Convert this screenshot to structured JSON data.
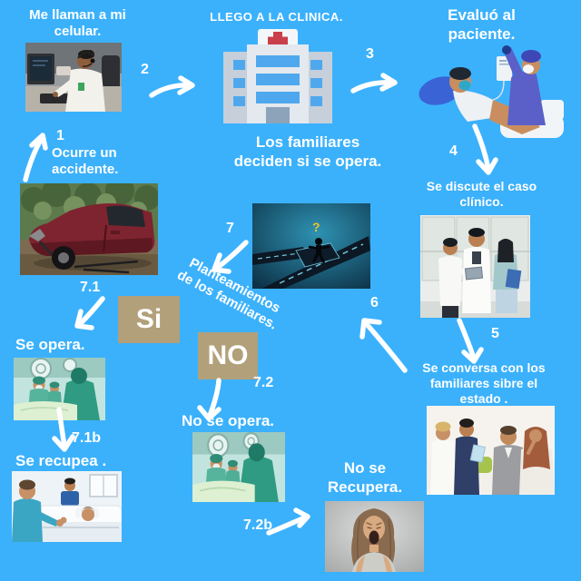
{
  "palette": {
    "background": "#3BB1FC",
    "decision_box": "#B2A07A",
    "text": "#FFFFFF",
    "question_mark_color": "#F2C12E",
    "hospital_cross_red": "#C9404A"
  },
  "titles": {
    "call": "Me llaman a mi celular.",
    "clinic": "LLEGO A LA CLINICA.",
    "evaluate": "Evaluó al paciente.",
    "accident": "Ocurre un accidente.",
    "decide": "Los familiares deciden si se opera.",
    "discuss": "Se discute el caso clínico.",
    "talk": "Se conversa con los familiares sibre el estado .",
    "operate": "Se opera.",
    "no_operate": "No se opera.",
    "recover": "Se recupea .",
    "no_recover": "No se Recupera."
  },
  "decision": {
    "rotated_label_line1": "Planteamientos",
    "rotated_label_line2": "de los familiares.",
    "yes": "Si",
    "no": "NO"
  },
  "steps": {
    "n1": "1",
    "n2": "2",
    "n3": "3",
    "n4": "4",
    "n5": "5",
    "n6": "6",
    "n7": "7",
    "n7_1": "7.1",
    "n7_2": "7.2",
    "n7_1b": "7.1b",
    "n7_2b": "7.2b"
  },
  "crossroads": {
    "question_mark": "?"
  }
}
